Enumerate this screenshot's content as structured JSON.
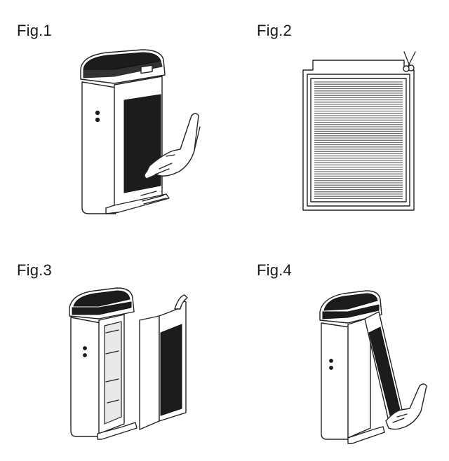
{
  "figures": [
    {
      "label": "Fig.1",
      "icon": "air-purifier-pull-front-panel"
    },
    {
      "label": "Fig.2",
      "icon": "filter-cut-packaging"
    },
    {
      "label": "Fig.3",
      "icon": "air-purifier-panel-removed"
    },
    {
      "label": "Fig.4",
      "icon": "air-purifier-reattach-panel"
    }
  ]
}
